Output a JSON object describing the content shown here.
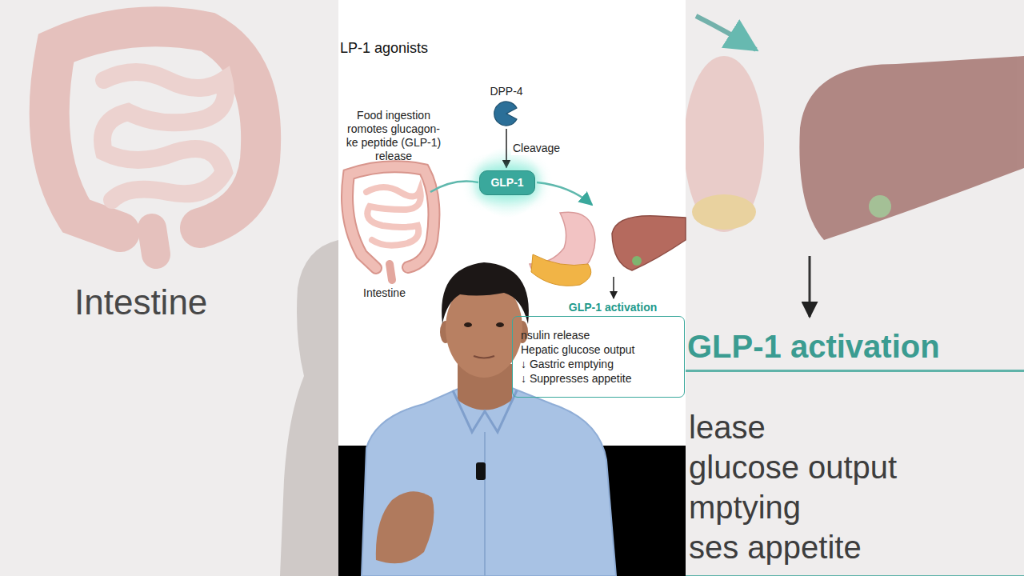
{
  "diagram": {
    "title": "LP-1 agonists",
    "nodes": [
      {
        "text": [
          "DPP-4"
        ]
      },
      {
        "text": [
          "GLP-1"
        ]
      },
      {
        "text": [
          "GLP-1 activation",
          "nsulin release",
          "Hepatic glucose output",
          "↓ Gastric emptying",
          "↓ Suppresses appetite"
        ]
      },
      {
        "text": [
          "GLP-1 activation",
          "lease",
          "glucose output",
          "mptying",
          "ses appetite"
        ]
      }
    ],
    "edges": [
      {
        "from": 0,
        "to": 1,
        "arrow": "to",
        "label": "Cleavage"
      }
    ],
    "labels": [
      "Intestine",
      "Food ingestion romotes glucagon- ke peptide (GLP-1) release",
      "Intestine"
    ]
  }
}
